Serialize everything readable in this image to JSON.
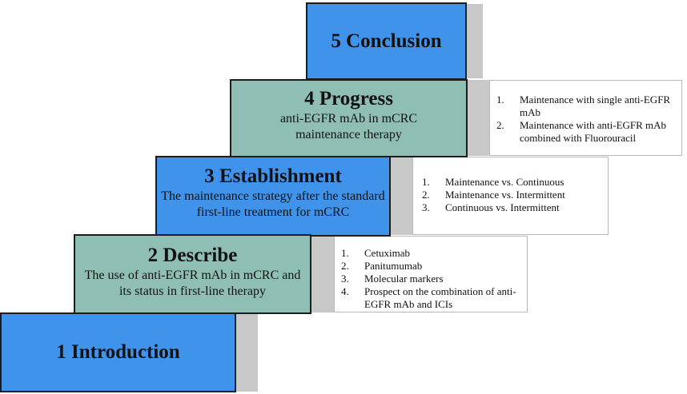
{
  "steps": [
    {
      "title": "1 Introduction",
      "sub": ""
    },
    {
      "title": "2 Describe",
      "sub": "The use of anti-EGFR mAb in mCRC and its status in first-line therapy"
    },
    {
      "title": "3 Establishment",
      "sub": "The maintenance strategy after the standard first-line treatment for mCRC"
    },
    {
      "title": "4 Progress",
      "sub": "anti-EGFR mAb in mCRC maintenance therapy"
    },
    {
      "title": "5 Conclusion",
      "sub": ""
    }
  ],
  "notes": {
    "describe": [
      {
        "num": "1.",
        "text": "Cetuximab"
      },
      {
        "num": "2.",
        "text": "Panitumumab"
      },
      {
        "num": "3.",
        "text": "Molecular markers"
      },
      {
        "num": "4.",
        "text": "Prospect on the combination of anti-EGFR mAb and ICIs"
      }
    ],
    "establishment": [
      {
        "num": "1.",
        "text": "Maintenance vs. Continuous"
      },
      {
        "num": "2.",
        "text": "Maintenance vs. Intermittent"
      },
      {
        "num": "3.",
        "text": "Continuous vs. Intermittent"
      }
    ],
    "progress": [
      {
        "num": "1.",
        "text": "Maintenance with single anti-EGFR mAb"
      },
      {
        "num": "2.",
        "text": "Maintenance with anti-EGFR mAb combined with Fluorouracil"
      }
    ]
  },
  "colors": {
    "blue": "#3f93ea",
    "green": "#8fbfb4",
    "shadow": "#c8c8c8"
  }
}
